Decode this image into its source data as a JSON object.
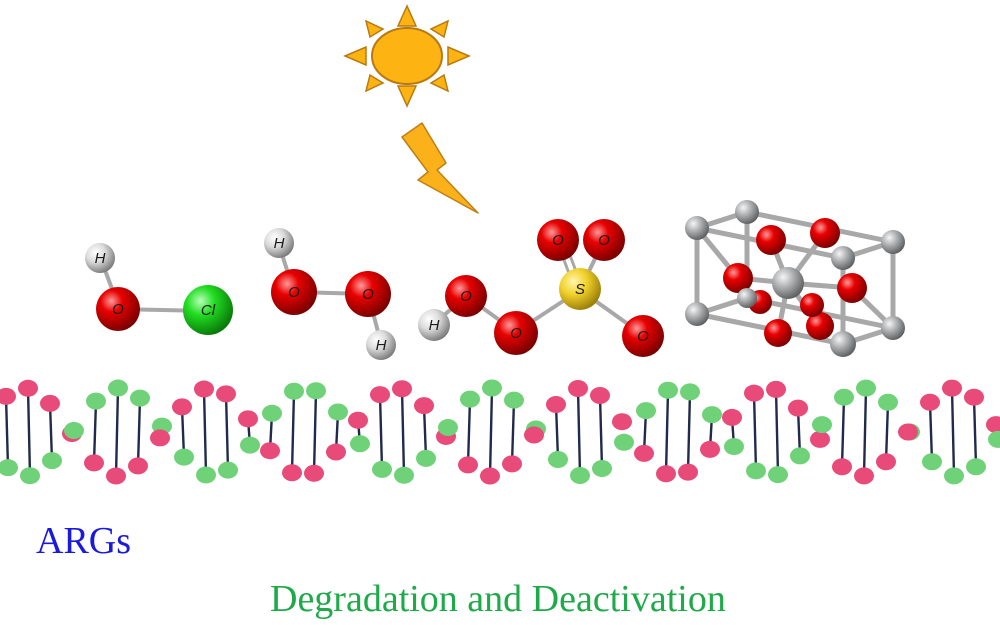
{
  "colors": {
    "sun_fill": "#fdb413",
    "sun_stroke": "#b87a10",
    "bolt_fill": "#fbb21a",
    "oxygen": "#e00000",
    "hydrogen": "#e6e6e6",
    "chlorine": "#22dd22",
    "sulfur": "#f1d12a",
    "metal": "#aeb0b2",
    "bond": "#a8a8a8",
    "dna_pink": "#e84a7a",
    "dna_green": "#6fd279",
    "dna_rung": "#1f2a4c",
    "args_text": "#1a1adc",
    "degradation_text": "#1faa4a"
  },
  "icons": [
    "sun-icon",
    "lightning-bolt-icon",
    "dna-helix-icon"
  ],
  "molecules": {
    "hocl": {
      "h": "H",
      "o": "O",
      "cl": "Cl"
    },
    "h2o2": {
      "h1": "H",
      "o1": "O",
      "o2": "O",
      "h2": "H"
    },
    "hso5": {
      "h": "H",
      "o1": "O",
      "o2": "O",
      "s": "S",
      "o_top1": "O",
      "o_top2": "O",
      "o_right": "O"
    }
  },
  "captions": {
    "args": "ARGs",
    "degradation": "Degradation and Deactivation"
  }
}
